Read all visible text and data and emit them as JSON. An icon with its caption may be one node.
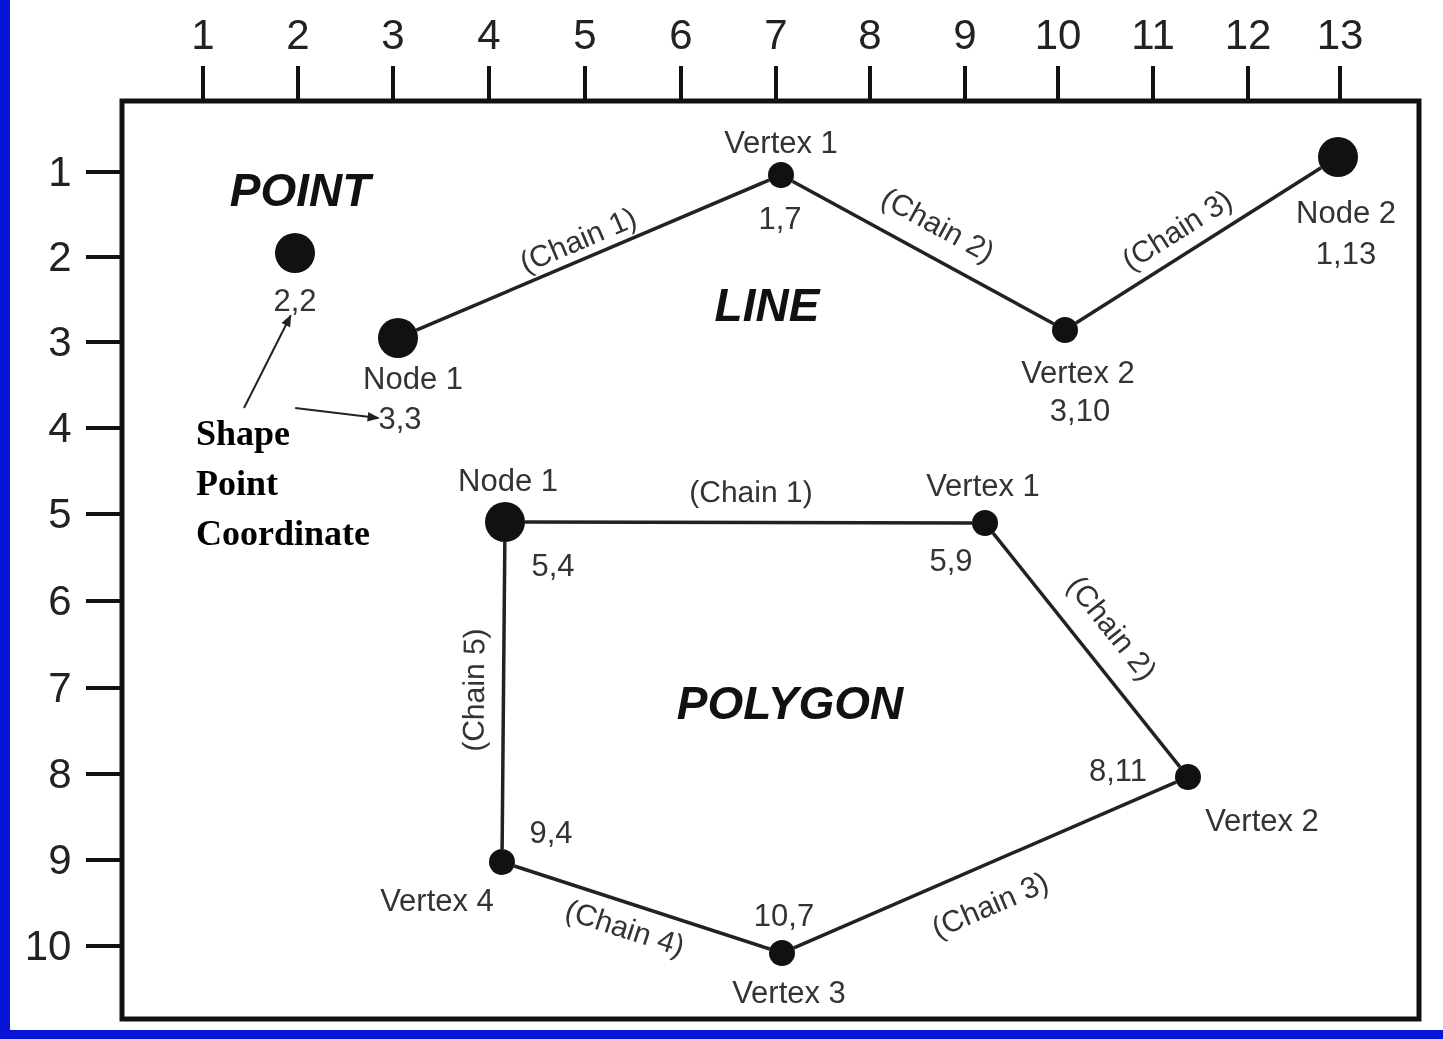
{
  "diagram": {
    "nodes": [
      {
        "text": [],
        "shape": "circle"
      },
      {
        "text": [
          "2,2"
        ]
      },
      {
        "text": [],
        "shape": "circle",
        "beside": [
          "Node 1"
        ]
      },
      {
        "text": [
          "3,3"
        ]
      },
      {
        "text": [],
        "shape": "circle",
        "beside": [
          "Vertex 1",
          "1,7"
        ]
      },
      {
        "text": [],
        "shape": "circle",
        "beside": [
          "Vertex 2",
          "3,10"
        ]
      },
      {
        "text": [],
        "shape": "circle",
        "beside": [
          "Node 2",
          "1,13"
        ]
      },
      {
        "text": [
          "Shape Point Coordinate"
        ]
      },
      {
        "text": [],
        "shape": "circle",
        "beside": [
          "Node 1",
          "5,4"
        ]
      },
      {
        "text": [],
        "shape": "circle",
        "beside": [
          "Vertex 1",
          "5,9"
        ]
      },
      {
        "text": [],
        "shape": "circle",
        "beside": [
          "8,11",
          "Vertex 2"
        ]
      },
      {
        "text": [],
        "shape": "circle",
        "beside": [
          "10,7",
          "Vertex 3"
        ]
      },
      {
        "text": [],
        "shape": "circle",
        "beside": [
          "9,4",
          "Vertex 4"
        ]
      }
    ],
    "edges": [
      {
        "from": 2,
        "to": 4,
        "arrow": "none",
        "label": "(Chain 1)"
      },
      {
        "from": 4,
        "to": 5,
        "arrow": "none",
        "label": "(Chain 2)"
      },
      {
        "from": 5,
        "to": 6,
        "arrow": "none",
        "label": "(Chain 3)"
      },
      {
        "from": 8,
        "to": 9,
        "arrow": "none",
        "label": "(Chain 1)"
      },
      {
        "from": 9,
        "to": 10,
        "arrow": "none",
        "label": "(Chain 2)"
      },
      {
        "from": 10,
        "to": 11,
        "arrow": "none",
        "label": "(Chain 3)"
      },
      {
        "from": 11,
        "to": 12,
        "arrow": "none",
        "label": "(Chain 4)"
      },
      {
        "from": 12,
        "to": 8,
        "arrow": "none",
        "label": "(Chain 5)"
      },
      {
        "from": 7,
        "to": 1,
        "arrow": "to"
      },
      {
        "from": 7,
        "to": 3,
        "arrow": "to"
      }
    ],
    "labels": [
      "1",
      "2",
      "3",
      "4",
      "5",
      "6",
      "7",
      "8",
      "9",
      "10",
      "11",
      "12",
      "13",
      "1",
      "2",
      "3",
      "4",
      "5",
      "6",
      "7",
      "8",
      "9",
      "10",
      "POINT",
      "LINE",
      "POLYGON"
    ]
  }
}
